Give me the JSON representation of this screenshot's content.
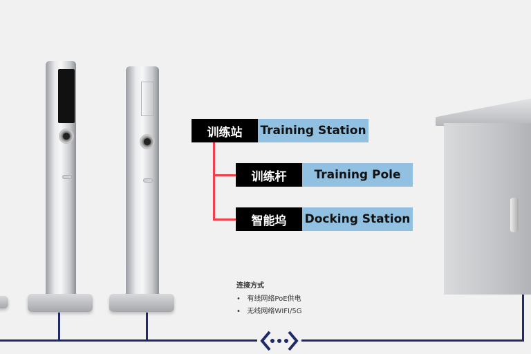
{
  "hierarchy": {
    "root": {
      "cn": "训练站",
      "en": "Training Station"
    },
    "children": [
      {
        "cn": "训练杆",
        "en": "Training Pole"
      },
      {
        "cn": "智能坞",
        "en": "Docking Station"
      }
    ]
  },
  "connection": {
    "title": "连接方式",
    "items": [
      "有线网络PoE供电",
      "无线网络WIFI/5G"
    ]
  },
  "colors": {
    "network_line": "#1f2a66",
    "tree_line": "#f0414a",
    "label_dark": "#000000",
    "label_light": "#92c0e0"
  },
  "icons": {
    "network": "network-connection-icon"
  }
}
